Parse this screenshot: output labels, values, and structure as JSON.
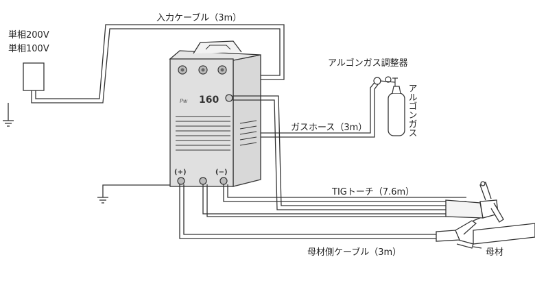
{
  "labels": {
    "input_cable": "入力ケーブル（3m）",
    "supply_200": "単相200V",
    "supply_100": "単相100V",
    "regulator": "アルゴンガス調整器",
    "argon_gas": "アルゴンガス",
    "gas_hose": "ガスホース（3m）",
    "tig_torch": "TIGトーチ（7.6m）",
    "work_cable": "母材側ケーブル（3m）",
    "work_piece": "母材",
    "model": "160",
    "plus": "(+)",
    "minus": "(−)"
  }
}
